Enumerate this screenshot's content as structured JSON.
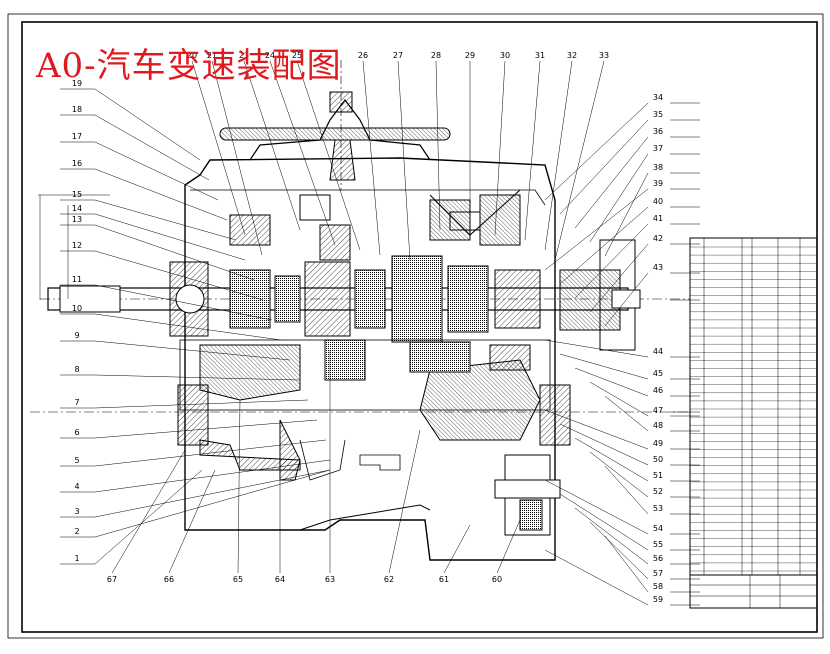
{
  "title": "A0-汽车变速装配图",
  "callouts": {
    "top": [
      "20",
      "21",
      "23",
      "24",
      "25",
      "26",
      "27",
      "28",
      "29",
      "30",
      "31",
      "32",
      "33"
    ],
    "left": [
      "19",
      "18",
      "17",
      "16",
      "15",
      "14",
      "13",
      "12",
      "11",
      "10",
      "9",
      "8",
      "7",
      "6",
      "5",
      "4",
      "3",
      "2",
      "1"
    ],
    "right": [
      "34",
      "35",
      "36",
      "37",
      "38",
      "39",
      "40",
      "41",
      "42",
      "43",
      "44",
      "45",
      "46",
      "47",
      "48",
      "49",
      "50",
      "51",
      "52",
      "53",
      "54",
      "55",
      "56",
      "57",
      "58",
      "59"
    ],
    "bottom": [
      "67",
      "66",
      "65",
      "64",
      "63",
      "62",
      "61",
      "60"
    ]
  }
}
